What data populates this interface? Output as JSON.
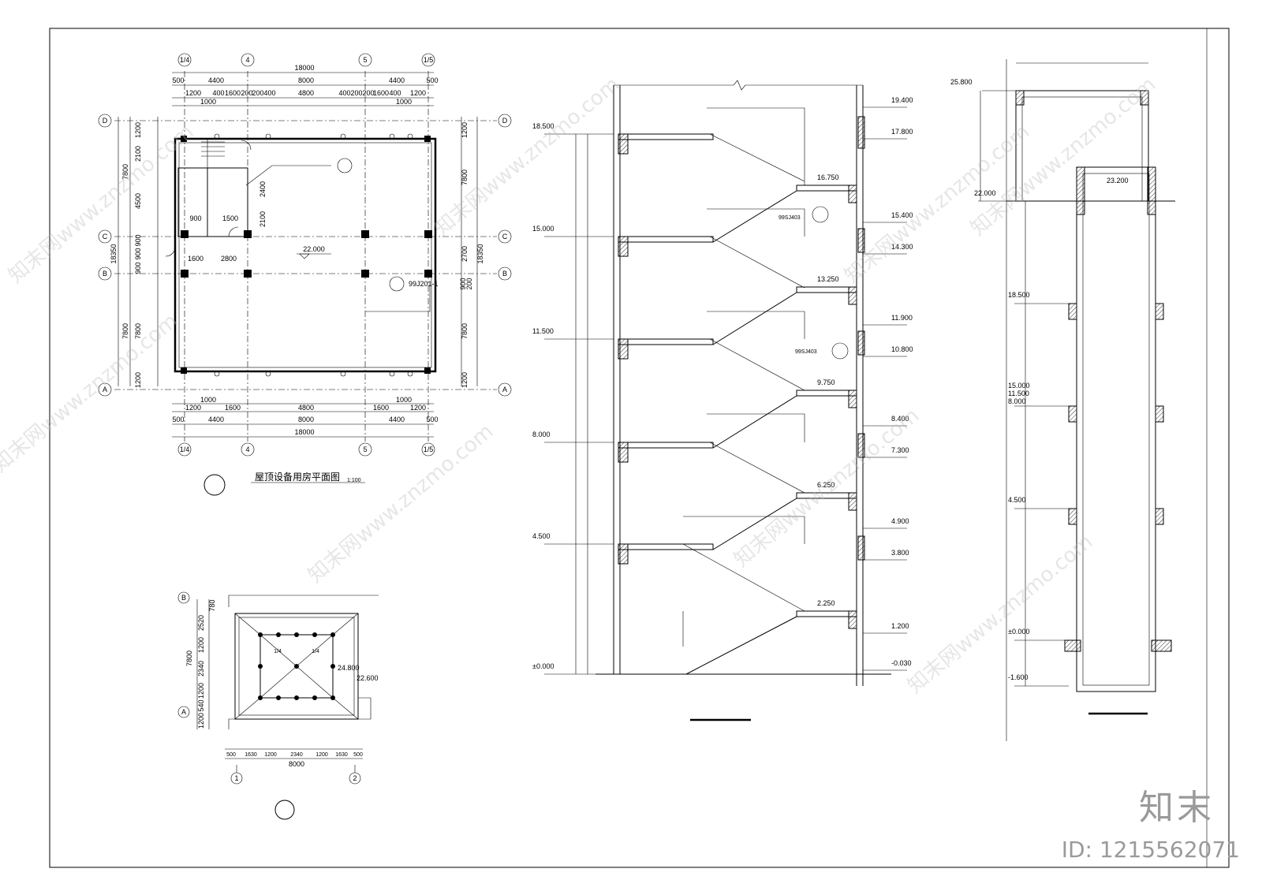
{
  "plan_title": "屋顶设备用房平面图",
  "plan_scale": "1:100",
  "watermark_text": "知末网www.znzmo.com",
  "logo_text": "知末",
  "id_text": "ID: 1215562071",
  "plan": {
    "grid_cols": [
      "1/4",
      "4",
      "5",
      "1/5"
    ],
    "grid_rows": [
      "D",
      "C",
      "B",
      "A"
    ],
    "top_total": "18000",
    "top_mid": [
      "500",
      "4400",
      "8000",
      "4400",
      "500"
    ],
    "top_detail": [
      "1200",
      "400",
      "1600",
      "200",
      "200",
      "400",
      "4800",
      "400",
      "200",
      "200",
      "1600",
      "400",
      "1200"
    ],
    "top_detail2": [
      "1000",
      "1000"
    ],
    "left_dims": [
      "1200",
      "2100",
      "4500",
      "900",
      "900",
      "900",
      "7800",
      "1200"
    ],
    "left_totals": [
      "7800",
      "18350",
      "7800"
    ],
    "right_dims": [
      "1200",
      "7800",
      "2700",
      "18350",
      "7800",
      "1200"
    ],
    "inner_dims": [
      "2400",
      "2100",
      "900",
      "1500",
      "1600",
      "2800",
      "900",
      "200"
    ],
    "elevation": "22.000",
    "ref1": "99J201-1"
  },
  "sub_plan": {
    "rows": [
      "B",
      "A"
    ],
    "cols": [
      "1",
      "2"
    ],
    "left_dims": [
      "780",
      "2520",
      "1200",
      "2340",
      "1200",
      "540",
      "1200",
      "7800"
    ],
    "bottom_dims": [
      "500",
      "1630",
      "1200",
      "2340",
      "1200",
      "1630",
      "500"
    ],
    "bottom_total": "8000",
    "elev1": "24.800",
    "elev2": "22.600",
    "slope": "1/4"
  },
  "section": {
    "left_levels": [
      "18.500",
      "15.000",
      "11.500",
      "8.000",
      "4.500",
      "±0.000"
    ],
    "right_levels": [
      "19.400",
      "17.800",
      "16.750",
      "15.400",
      "14.300",
      "13.250",
      "11.900",
      "10.800",
      "9.750",
      "8.400",
      "7.300",
      "6.250",
      "4.900",
      "3.800",
      "2.250",
      "1.200",
      "-0.030"
    ],
    "refs": [
      "99SJ403",
      "99SJ403"
    ]
  },
  "shaft": {
    "levels": [
      "25.800",
      "23.200",
      "22.000",
      "18.500",
      "15.000",
      "11.500",
      "8.000",
      "4.500",
      "±0.000",
      "-1.600"
    ]
  }
}
